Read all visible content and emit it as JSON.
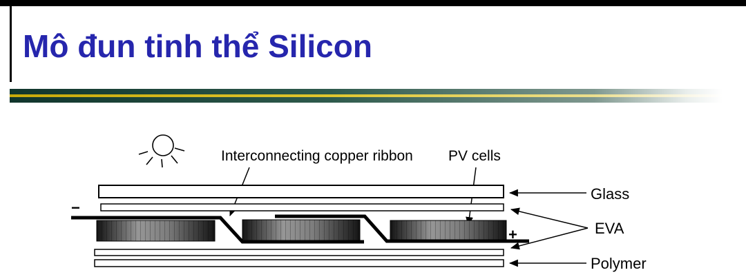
{
  "slide": {
    "title": "Mô đun tinh thể Silicon"
  },
  "diagram": {
    "annotation": {
      "interconnect": "Interconnecting copper ribbon",
      "pv_cells": "PV cells"
    },
    "layers": {
      "glass": "Glass",
      "eva": "EVA",
      "polymer": "Polymer"
    },
    "polarity": {
      "minus": "−",
      "plus": "+"
    }
  },
  "colors": {
    "title_blue": "#2626ad",
    "bar_green_dark": "#10352c",
    "bar_yellow": "#e0c62e",
    "cell_dark": "#141414",
    "cell_light": "#969696"
  }
}
